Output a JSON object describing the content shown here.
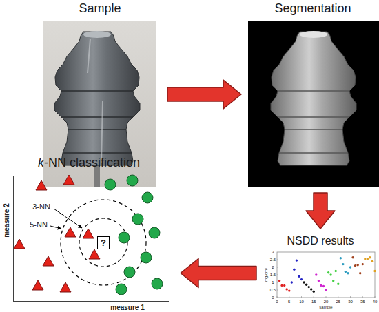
{
  "diagram": {
    "nodes": [
      {
        "text": [
          "Sample"
        ]
      },
      {
        "text": [
          "Segmentation"
        ]
      },
      {
        "text": [
          "NSDD results"
        ]
      },
      {
        "text": [
          "k-NN classification"
        ]
      },
      {
        "text": [
          "?"
        ],
        "in": 3
      }
    ],
    "edges": [
      {
        "from": 0,
        "to": 1,
        "arrow": "to"
      },
      {
        "from": 1,
        "to": 2,
        "arrow": "to"
      },
      {
        "from": 2,
        "to": 3,
        "arrow": "to"
      }
    ],
    "labels": [
      "3-NN",
      "5-NN",
      "measure 2",
      "measure 1",
      "mg/cm²",
      "sample",
      "0",
      "0.5",
      "1",
      "1.5",
      "2",
      "2.5",
      "3",
      "0",
      "5",
      "10",
      "15",
      "20",
      "25",
      "30",
      "35",
      "40"
    ]
  }
}
